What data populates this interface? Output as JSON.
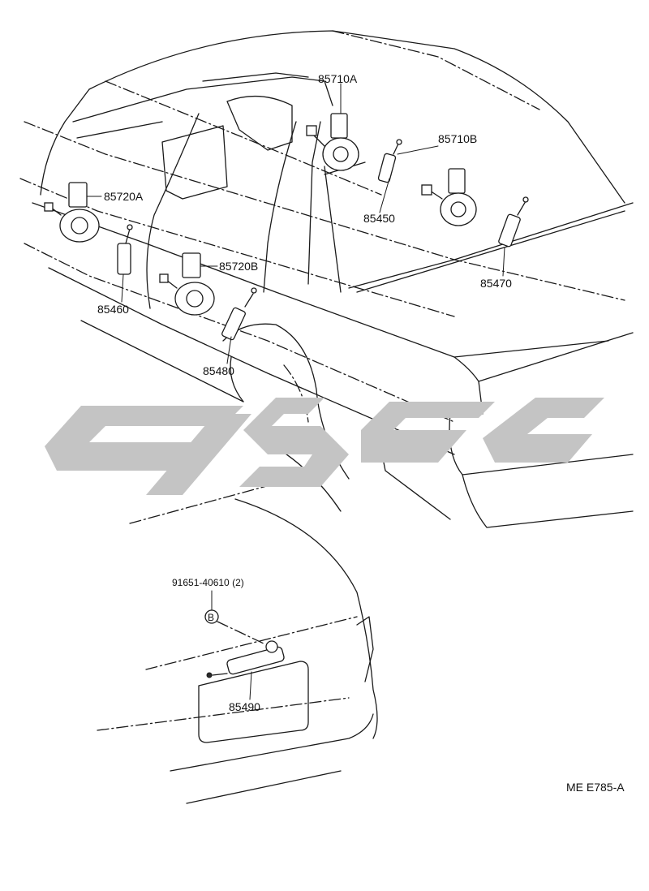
{
  "labels": {
    "p85710A": "85710A",
    "p85710B": "85710B",
    "p85720A": "85720A",
    "p85720B": "85720B",
    "p85450": "85450",
    "p85460": "85460",
    "p85470": "85470",
    "p85480": "85480",
    "p85490": "85490",
    "bolt": "91651-40610 (2)",
    "marker": "B",
    "code": "ME E785-A"
  },
  "colors": {
    "line": "#1a1a1a",
    "watermark": "#c4c4c4",
    "background": "#ffffff"
  }
}
